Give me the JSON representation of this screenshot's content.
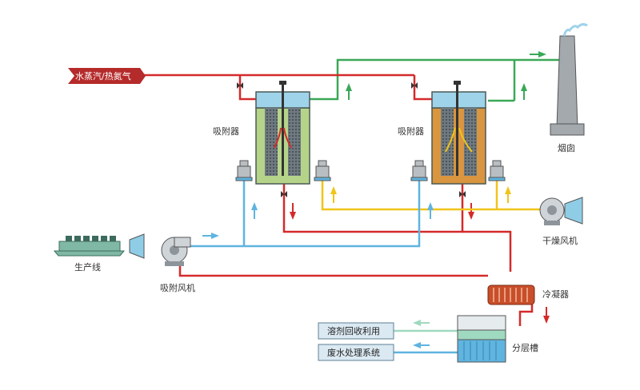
{
  "labels": {
    "steam": "水蒸汽/热氮气",
    "adsorber_left": "吸附器",
    "adsorber_right": "吸附器",
    "chimney": "烟囱",
    "dry_fan": "干燥风机",
    "production_line": "生产线",
    "adsorb_fan": "吸附风机",
    "condenser": "冷凝器",
    "separator": "分层槽",
    "solvent_recovery": "溶剂回收利用",
    "wastewater": "废水处理系统"
  },
  "colors": {
    "red_line": "#d42a2a",
    "green_line": "#3aa857",
    "blue_line": "#5fb4e0",
    "yellow_line": "#f0c419",
    "adsorber_left_fill": "#b5d48a",
    "adsorber_right_fill": "#d9953f",
    "steam_tag": "#b52a2a"
  }
}
